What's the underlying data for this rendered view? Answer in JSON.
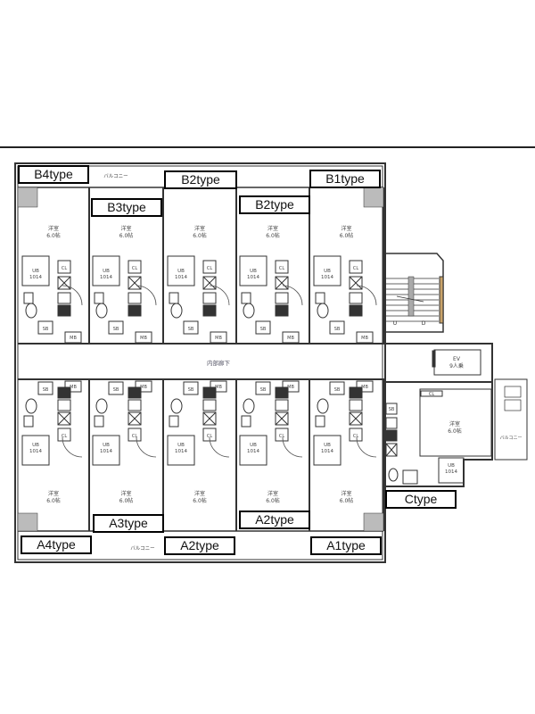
{
  "room_label": {
    "name": "洋室",
    "size": "6.0帖"
  },
  "bath_label": {
    "name": "UB",
    "size": "1014"
  },
  "closet_label": "CL",
  "shoe_label": "SB",
  "meter_label": "MB",
  "balcony_label": "バルコニー",
  "corridor_label": "内部廊下",
  "elevator": {
    "name": "EV",
    "capacity": "9人乗"
  },
  "stairs": {
    "up": "U",
    "down": "D"
  },
  "unit_types": {
    "top": [
      "B4type",
      "B3type",
      "B2type",
      "B2type",
      "B1type"
    ],
    "bottom": [
      "A4type",
      "A3type",
      "A2type",
      "A2type",
      "A1type"
    ],
    "corner": "Ctype"
  }
}
